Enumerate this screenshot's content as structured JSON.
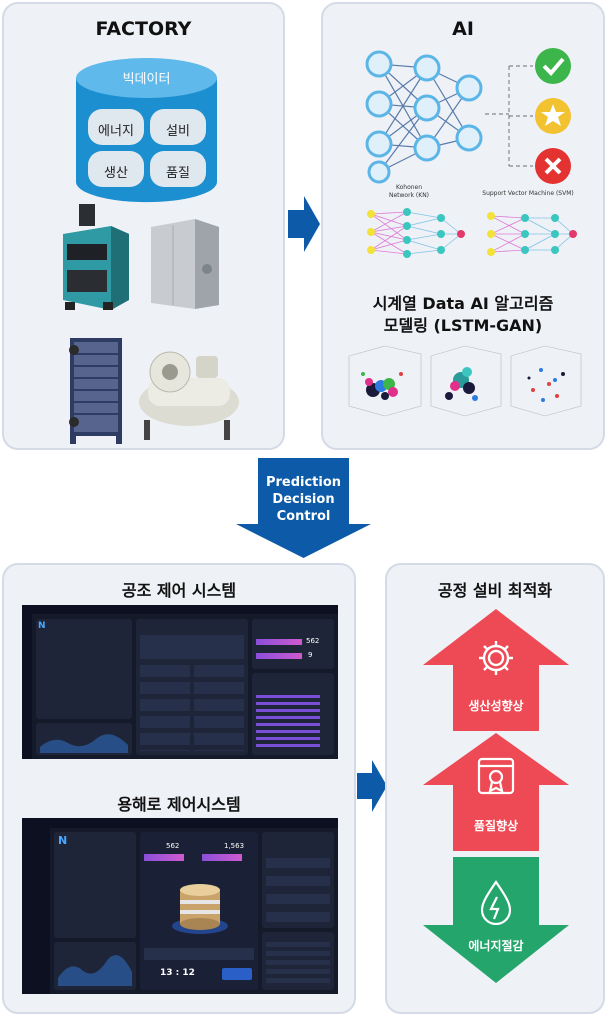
{
  "factory": {
    "title": "FACTORY",
    "db_label": "빅데이터",
    "cells": [
      "에너지",
      "설비",
      "생산",
      "품질"
    ]
  },
  "ai": {
    "title": "AI",
    "kn_label_1": "Kohonen",
    "kn_label_2": "Network (KN)",
    "svm_label": "Support Vector Machine (SVM)",
    "subtitle_1": "시계열 Data AI 알고리즘",
    "subtitle_2": "모델링 (LSTM-GAN)"
  },
  "flow": {
    "lines": [
      "Prediction",
      "Decision",
      "Control"
    ]
  },
  "control": {
    "hvac_title": "공조 제어 시스템",
    "furnace_title": "용해로 제어시스템",
    "hvac_value_1": "562",
    "hvac_value_2": "9",
    "furnace_value_1": "562",
    "furnace_value_2": "1,563",
    "furnace_time": "13 : 12"
  },
  "optimize": {
    "title": "공정 설비 최적화",
    "items": [
      "생산성향상",
      "품질향상",
      "에너지절감"
    ]
  },
  "colors": {
    "accent_blue": "#0d5ba8",
    "red": "#ee4a55",
    "green": "#23a56b",
    "db_blue": "#1b8fd0"
  }
}
